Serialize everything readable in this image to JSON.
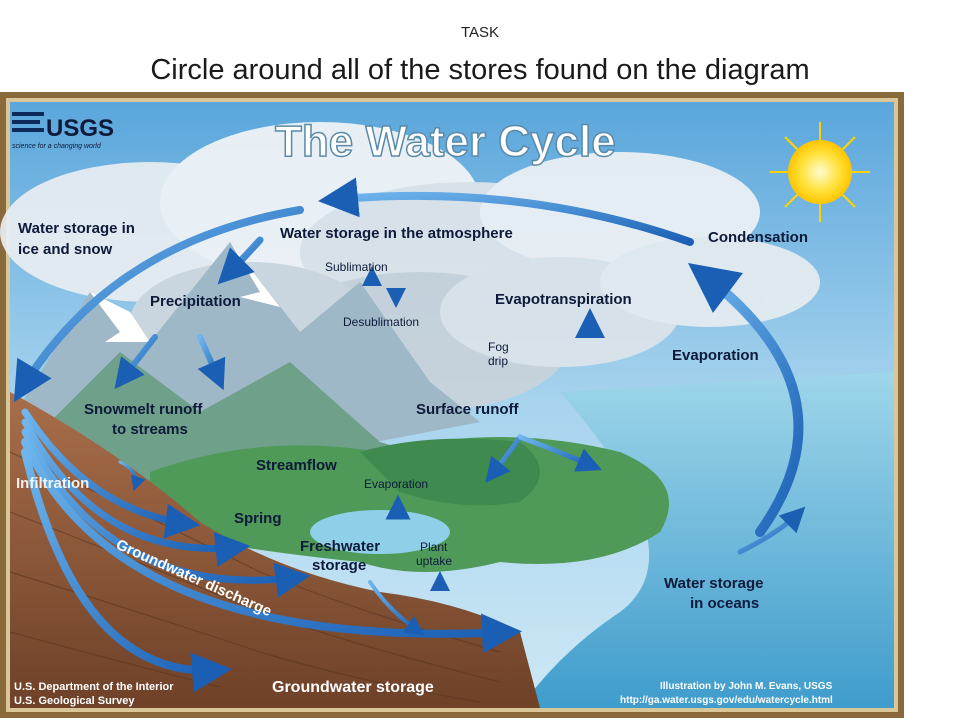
{
  "slide": {
    "task_label": "TASK",
    "instruction": "Circle around all of the stores found on the diagram"
  },
  "diagram": {
    "title": "The Water Cycle",
    "publisher": {
      "logo": "USGS",
      "tagline": "science for a changing world",
      "department_line1": "U.S. Department of the Interior",
      "department_line2": "U.S. Geological Survey"
    },
    "credit": {
      "illustrator": "Illustration by John M. Evans, USGS",
      "url": "http://ga.water.usgs.gov/edu/watercycle.html"
    },
    "labels": {
      "ice_snow_1": "Water storage in",
      "ice_snow_2": "ice and snow",
      "atmosphere": "Water storage in the atmosphere",
      "condensation": "Condensation",
      "sublimation": "Sublimation",
      "desublimation": "Desublimation",
      "precipitation": "Precipitation",
      "evapotranspiration": "Evapotranspiration",
      "fog_1": "Fog",
      "fog_2": "drip",
      "evaporation_ocean": "Evaporation",
      "snowmelt_1": "Snowmelt runoff",
      "snowmelt_2": "to streams",
      "surface_runoff": "Surface runoff",
      "infiltration": "Infiltration",
      "streamflow": "Streamflow",
      "evaporation_lake": "Evaporation",
      "spring": "Spring",
      "freshwater_1": "Freshwater",
      "freshwater_2": "storage",
      "plant_1": "Plant",
      "plant_2": "uptake",
      "groundwater_discharge": "Groundwater discharge",
      "oceans_1": "Water storage",
      "oceans_2": "in oceans",
      "groundwater_storage": "Groundwater storage"
    },
    "colors": {
      "frame": "#8a6a3a",
      "sky": "#7fb8e0",
      "ocean": "#5fb0d8",
      "land": "#8b5a3c",
      "arrow": "#2a78c8",
      "sun": "#ffe23a"
    }
  }
}
